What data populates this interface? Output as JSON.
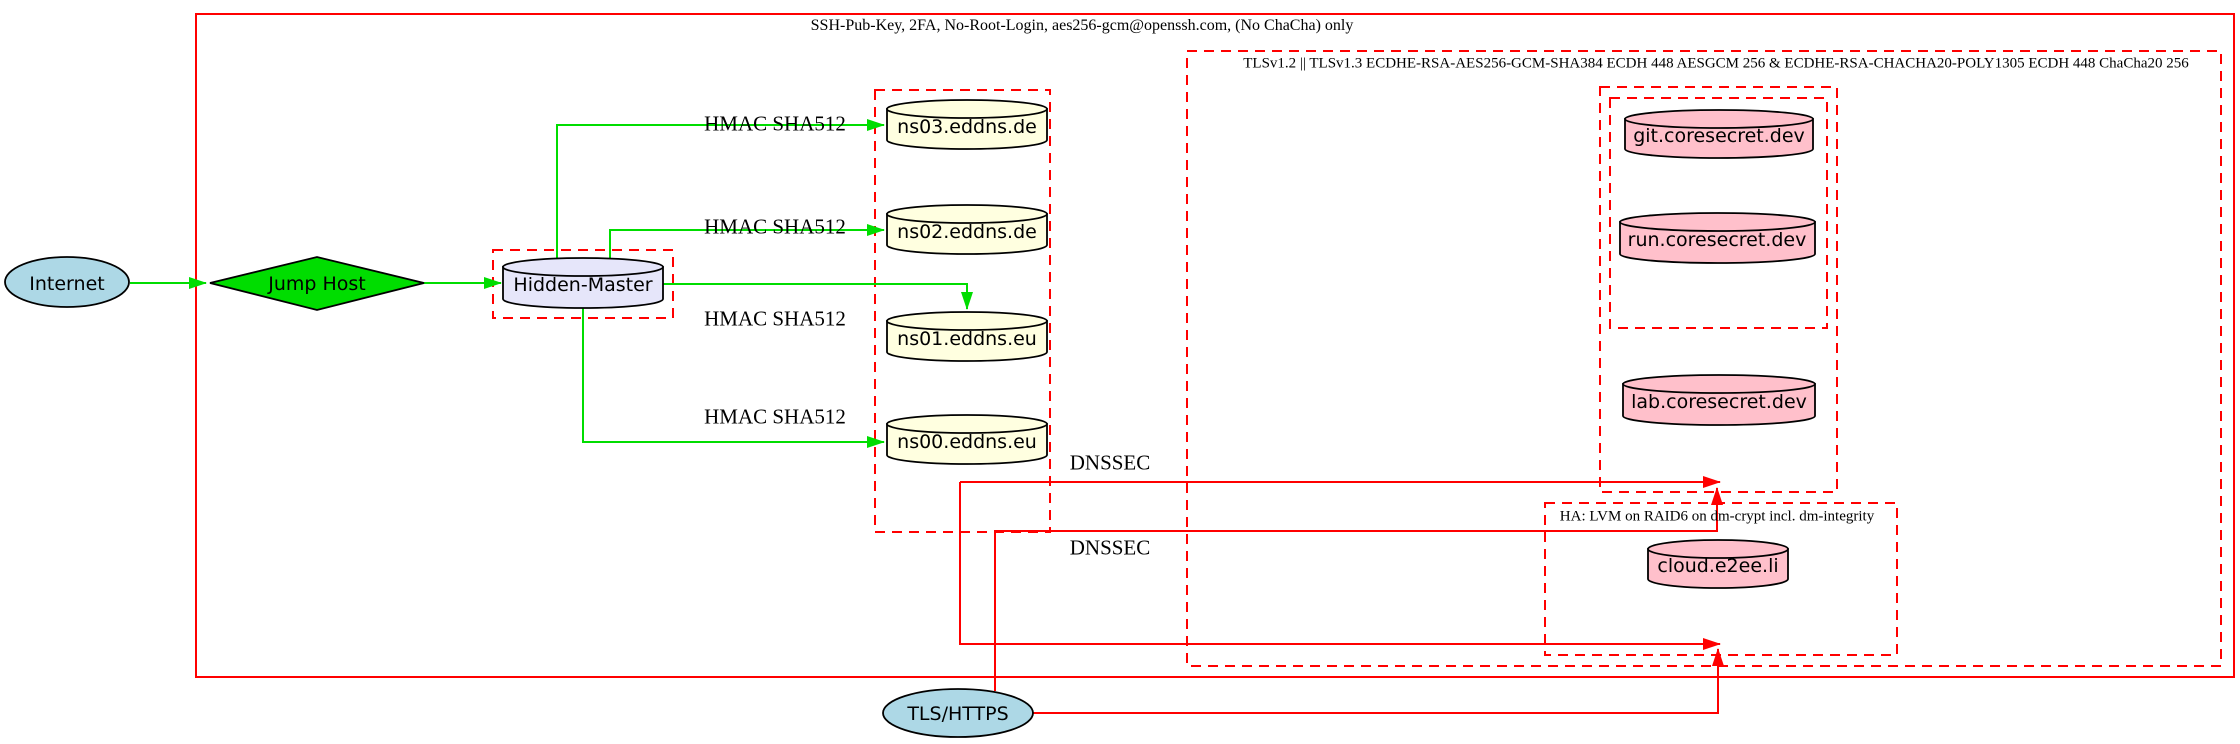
{
  "diagram": {
    "clusters": {
      "ssh": {
        "label": "SSH-Pub-Key, 2FA, No-Root-Login, aes256-gcm@openssh.com, (No ChaCha) only"
      },
      "tls": {
        "label": "TLSv1.2 || TLSv1.3 ECDHE-RSA-AES256-GCM-SHA384 ECDH 448 AESGCM 256 & ECDHE-RSA-CHACHA20-POLY1305 ECDH 448 ChaCha20 256"
      },
      "ha": {
        "label": "HA: LVM on RAID6 on dm-crypt incl. dm-integrity"
      }
    },
    "nodes": {
      "internet": {
        "label": "Internet"
      },
      "jump_host": {
        "label": "Jump Host"
      },
      "hidden_master": {
        "label": "Hidden-Master"
      },
      "ns03": {
        "label": "ns03.eddns.de"
      },
      "ns02": {
        "label": "ns02.eddns.de"
      },
      "ns01": {
        "label": "ns01.eddns.eu"
      },
      "ns00": {
        "label": "ns00.eddns.eu"
      },
      "git": {
        "label": "git.coresecret.dev"
      },
      "run": {
        "label": "run.coresecret.dev"
      },
      "lab": {
        "label": "lab.coresecret.dev"
      },
      "cloud": {
        "label": "cloud.e2ee.li"
      },
      "tls_https": {
        "label": "TLS/HTTPS"
      }
    },
    "edges": {
      "hmac_label": "HMAC SHA512",
      "dnssec_label": "DNSSEC"
    },
    "colors": {
      "secure_channel_green": "#00dd00",
      "boundary_red": "#ff0000",
      "dns_node_fill": "#ffffe0",
      "service_node_fill": "#ffc0cb",
      "master_node_fill": "#e6e6fa",
      "endpoint_node_fill": "#add8e6",
      "jump_host_fill": "#00dd00"
    }
  }
}
